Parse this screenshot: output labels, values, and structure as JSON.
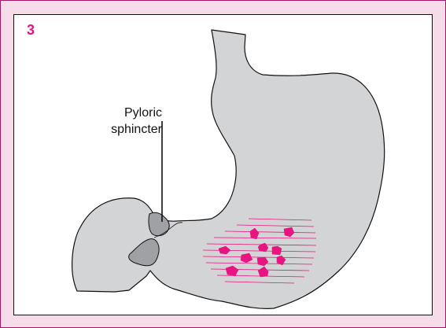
{
  "step": {
    "number": "3"
  },
  "labels": {
    "pyloric_sphincter_line1": "Pyloric",
    "pyloric_sphincter_line2": "sphincter"
  },
  "colors": {
    "accent": "#e8147f",
    "frame_background": "#f6dbe9",
    "panel_background": "#ffffff",
    "stomach_fill": "#d3d4d5",
    "sphincter_fill": "#9fa1a4",
    "outline": "#111111"
  }
}
